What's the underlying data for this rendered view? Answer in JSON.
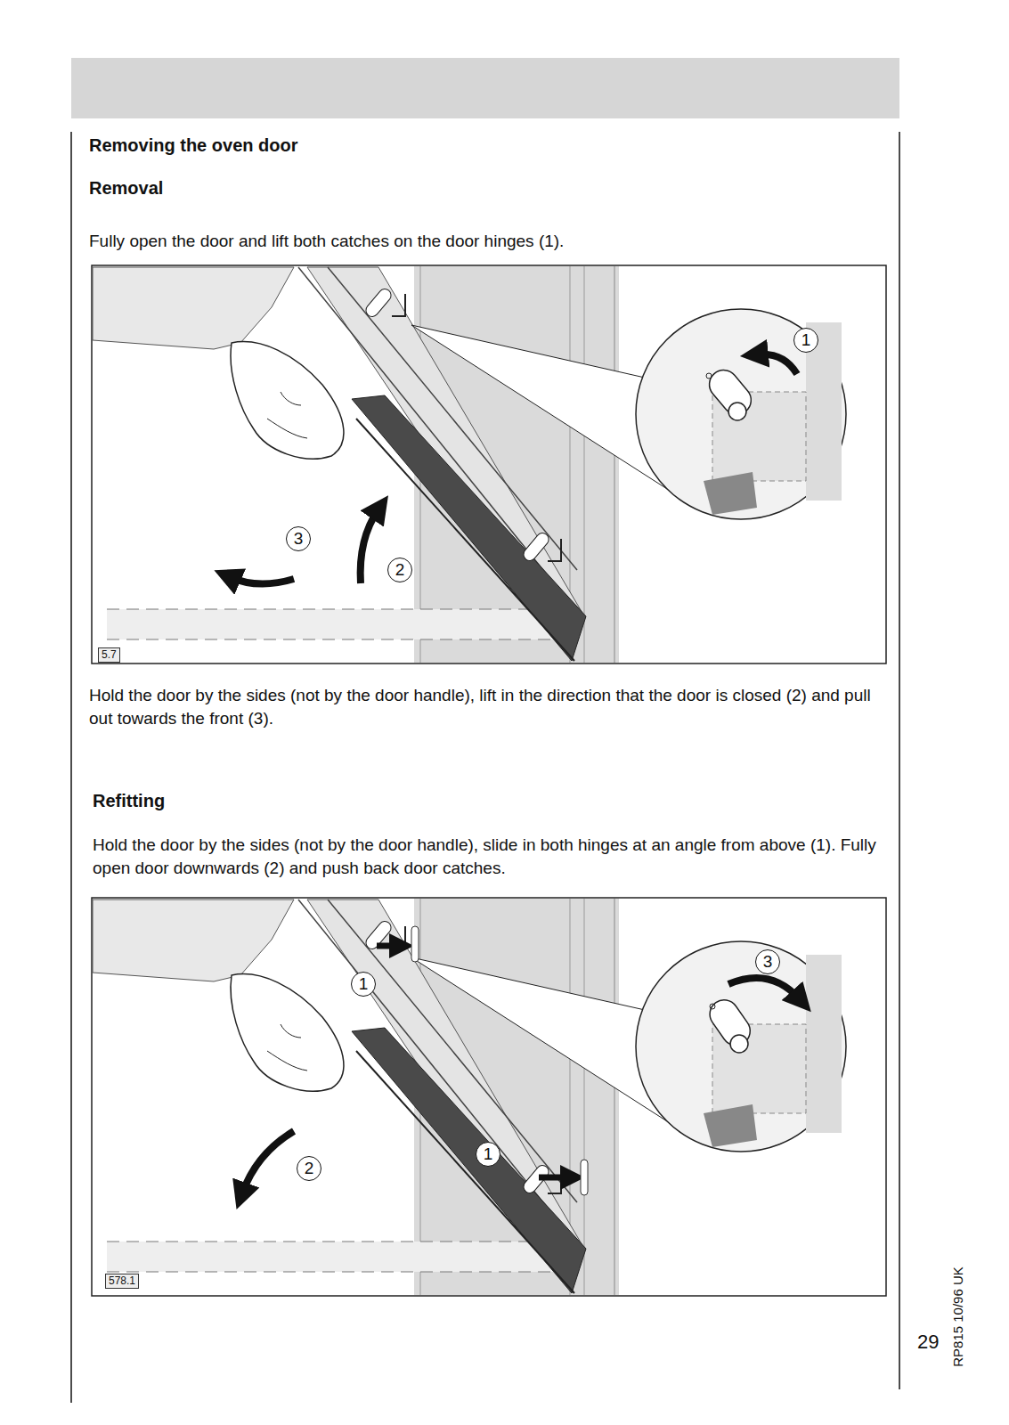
{
  "diagram": {
    "title": "Removing the oven door",
    "labels": [
      "Removal",
      "Fully open the door and lift both catches on the door hinges (1).",
      "1",
      "3",
      "2",
      "5.7",
      "Hold the door by the sides (not by the door handle), lift in the direction that the door is closed (2) and pull out towards the front (3).",
      "Refitting",
      "Hold the door by the sides (not by the door handle), slide in both hinges at an angle from above (1). Fully open door downwards (2) and push back door catches.",
      "1",
      "3",
      "2",
      "1",
      "578.1",
      "RP815 10/96 UK",
      "29"
    ]
  }
}
